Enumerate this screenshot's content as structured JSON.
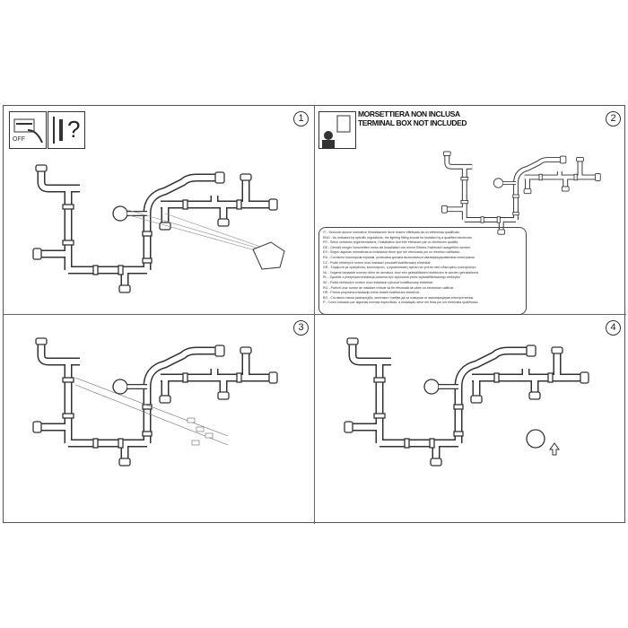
{
  "steps": [
    {
      "number": "1",
      "icons": [
        "switch-off-icon",
        "screw-anchor-icon"
      ],
      "switch_label": "OFF",
      "question_mark": "?"
    },
    {
      "number": "2",
      "header_line1": "MORSETTIERA NON INCLUSA",
      "header_line2": "TERMINAL BOX NOT INCLUDED",
      "notes": [
        "IT - Secondo alcune normative l'installazione deve essere effettuata da un elettricista qualificato.",
        "ENG - As indicated by specific regulations, the lighting fitting should be installed by a qualified electrician.",
        "FR - Selon certaines réglementations, l'installation doit être effectuée par un électricien qualifié.",
        "DE - Gemäß einiger Vorschriften muss die Installation von einem Elektro-Fachmann ausgeführt werden.",
        "ES - Según algunas normativas la instalación tiene que ser efectuada por un eléctrico calificado.",
        "RU - Согласно некоторым нормам, установка должна выполняться квалифицированным электриком.",
        "CZ - Podle některých norem musí instalaci provádět kvalifikovaný elektrikář.",
        "GR - Σύμφωνα με ορισμένους κανονισμούς, η εγκατάσταση πρέπει να γίνεται από ειδικευμένο ηλεκτρολόγο.",
        "NL - Volgens bepaalde normen dient de armatuur door een gekwalificeerd elektricien te worden geïnstalleerd.",
        "PL - Zgodnie z przepisami instalacja powinna być wykonana przez wykwalifikowanego elektryka.",
        "SK - Podľa niektorých noriem musí inštaláciu vykonať kvalifikovaný elektrikár.",
        "RO - Potrivit unor norme de instalare trebuie să fie efectuată de către un electrician calificat.",
        "HR - Prema propisima instalaciju treba obaviti kvalificirani električar.",
        "BG - Съгласно някои разпоредби, монтажът трябва да се извърши от квалифициран електротехник.",
        "P - Como indicado por algumas normas específicas, a instalação deve ser feita por um eletricista qualificado."
      ]
    },
    {
      "number": "3"
    },
    {
      "number": "4"
    }
  ],
  "colors": {
    "line": "#333333",
    "frame": "#555555"
  }
}
